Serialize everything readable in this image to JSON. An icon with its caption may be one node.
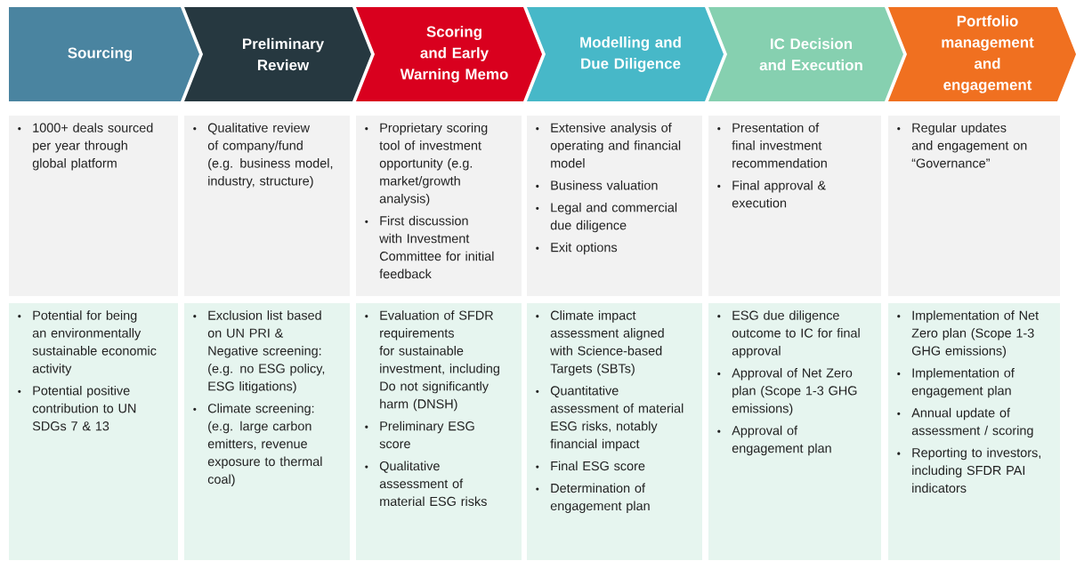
{
  "diagram": {
    "nodes": [
      {
        "text": [
          "Sourcing"
        ]
      },
      {
        "text": [
          "Preliminary Review"
        ]
      },
      {
        "text": [
          "Scoring and Early Warning Memo"
        ]
      },
      {
        "text": [
          "Modelling and Due Diligence"
        ]
      },
      {
        "text": [
          "IC Decision and Execution"
        ]
      },
      {
        "text": [
          "Portfolio management and engagement"
        ]
      },
      {
        "text": [
          "1000+ deals sourced per year through global platform"
        ]
      },
      {
        "text": [
          "Qualitative review of company/fund (e.g. business model, industry, structure)"
        ]
      },
      {
        "text": [
          "Proprietary scoring tool of investment opportunity (e.g. market/growth analysis)",
          "First discussion with Investment Committee for initial feedback"
        ]
      },
      {
        "text": [
          "Extensive analysis of operating and financial model",
          "Business valuation",
          "Legal and commercial due diligence",
          "Exit options"
        ]
      },
      {
        "text": [
          "Presentation of final investment recommendation",
          "Final approval & execution"
        ]
      },
      {
        "text": [
          "Regular updates and engagement on “Governance”"
        ]
      },
      {
        "text": [
          "Potential for being an environmentally sustainable economic activity",
          "Potential positive contribution to UN SDGs 7 & 13"
        ]
      },
      {
        "text": [
          "Exclusion list based on UN PRI & Negative screening: (e.g. no ESG policy, ESG litigations)",
          "Climate screening: (e.g. large carbon emitters, revenue exposure to thermal coal)"
        ]
      },
      {
        "text": [
          "Evaluation of SFDR requirements for sustainable investment, including Do not significantly harm (DNSH)",
          "Preliminary ESG score",
          "Qualitative assessment of material ESG risks"
        ]
      },
      {
        "text": [
          "Climate impact assessment aligned with Science-based Targets (SBTs)",
          "Quantitative assessment of material ESG risks, notably financial impact",
          "Final ESG score",
          "Determination of engagement plan"
        ]
      },
      {
        "text": [
          "ESG due diligence outcome to IC for final approval",
          "Approval of Net Zero plan (Scope 1-3 GHG emissions)",
          "Approval of engagement plan"
        ]
      },
      {
        "text": [
          "Implementation of Net Zero plan (Scope 1-3 GHG emissions)",
          "Implementation of engagement plan",
          "Annual update of assessment / scoring",
          "Reporting to investors, including SFDR PAI indicators"
        ]
      }
    ]
  }
}
